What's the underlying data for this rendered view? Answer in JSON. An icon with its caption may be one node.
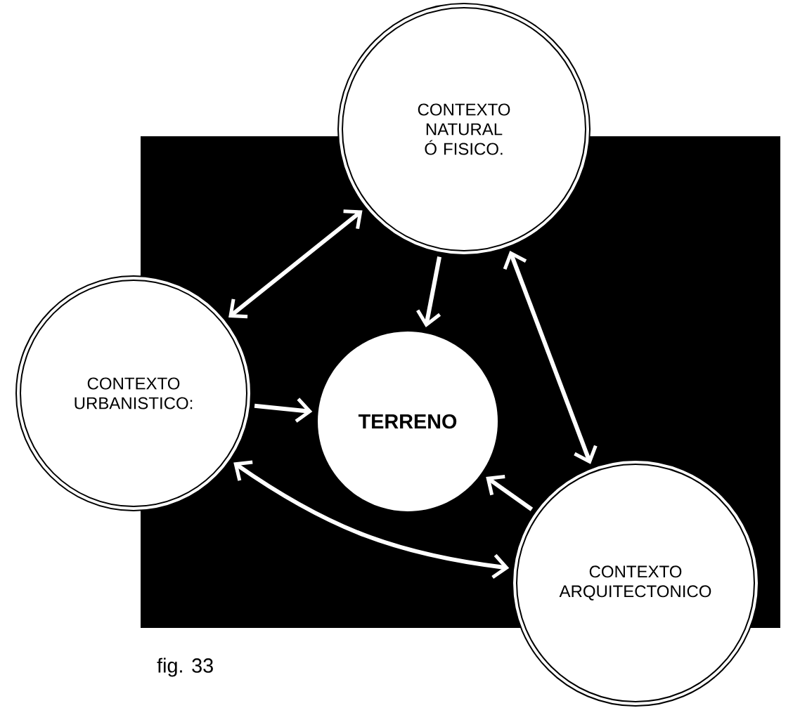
{
  "diagram": {
    "nodes": [
      {
        "text": [
          "CONTEXTO NATURAL Ó FISICO."
        ]
      },
      {
        "text": [
          "CONTEXTO URBANISTICO:"
        ]
      },
      {
        "text": [
          "TERRENO"
        ]
      },
      {
        "text": [
          "CONTEXTO ARQUITECTONICO"
        ]
      }
    ],
    "edges": [
      {
        "from": 0,
        "to": 1,
        "arrow": "both"
      },
      {
        "from": 0,
        "to": 2,
        "arrow": "to"
      },
      {
        "from": 0,
        "to": 3,
        "arrow": "both"
      },
      {
        "from": 1,
        "to": 2,
        "arrow": "to"
      },
      {
        "from": 3,
        "to": 2,
        "arrow": "to"
      },
      {
        "from": 1,
        "to": 3,
        "arrow": "both"
      }
    ],
    "labels": [
      "fig. 33"
    ]
  }
}
